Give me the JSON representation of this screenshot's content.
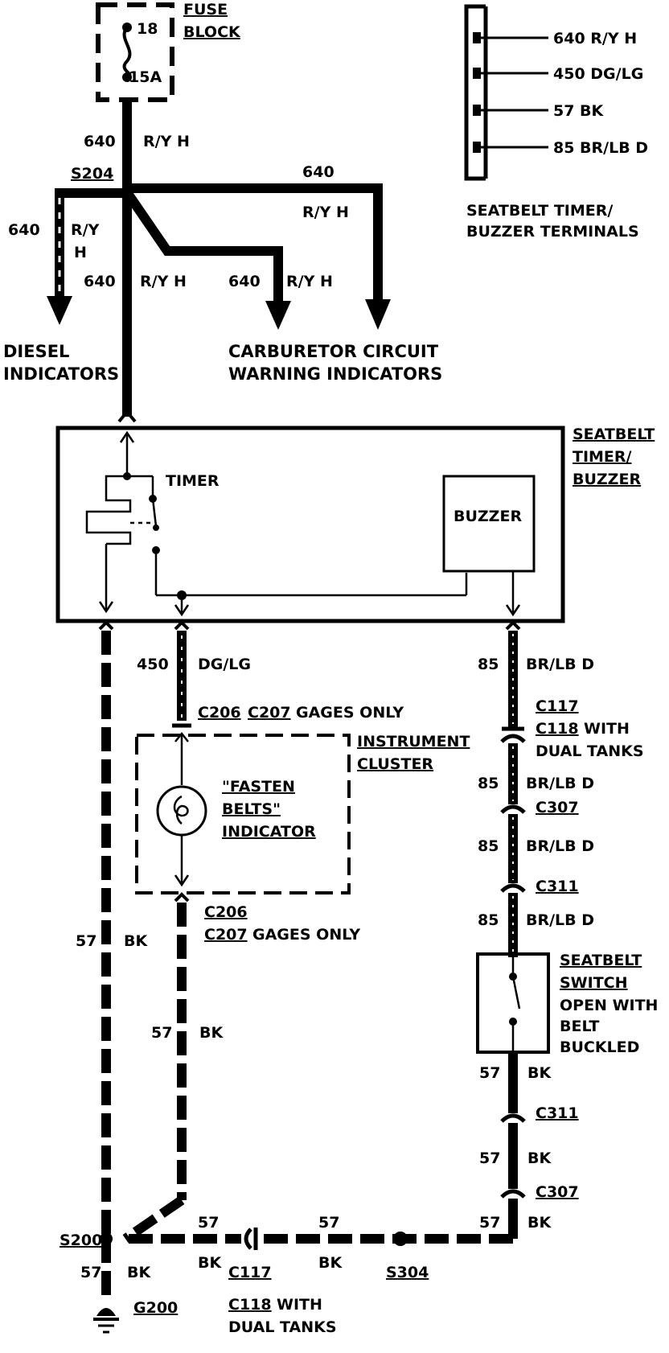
{
  "fuse_block": {
    "title_line1": "FUSE",
    "title_line2": "BLOCK",
    "fuse_number": "18",
    "fuse_rating": "15A"
  },
  "terminals": {
    "title_line1": "SEATBELT TIMER/",
    "title_line2": "BUZZER TERMINALS",
    "pins": [
      "640 R/Y H",
      "450 DG/LG",
      "57 BK",
      "85 BR/LB D"
    ]
  },
  "splice_s204": "S204",
  "wires": {
    "circuit_640": "640",
    "color_ryh": "R/Y H",
    "color_ry": "R/Y",
    "color_h": "H",
    "circuit_450": "450",
    "color_dglg": "DG/LG",
    "circuit_85": "85",
    "color_brlbd": "BR/LB D",
    "circuit_57": "57",
    "color_bk": "BK"
  },
  "destinations": {
    "diesel_line1": "DIESEL",
    "diesel_line2": "INDICATORS",
    "carb_line1": "CARBURETOR CIRCUIT",
    "carb_line2": "WARNING INDICATORS"
  },
  "module": {
    "title_line1": "SEATBELT",
    "title_line2": "TIMER/",
    "title_line3": "BUZZER",
    "timer_label": "TIMER",
    "buzzer_label": "BUZZER"
  },
  "connectors": {
    "c206": "C206",
    "c207": "C207",
    "gages_only": "GAGES ONLY",
    "c117": "C117",
    "c118": "C118",
    "with": "WITH",
    "dual_tanks": "DUAL TANKS",
    "c307": "C307",
    "c311": "C311"
  },
  "cluster": {
    "title_line1": "INSTRUMENT",
    "title_line2": "CLUSTER",
    "indicator_line1": "\"FASTEN",
    "indicator_line2": "BELTS\"",
    "indicator_line3": "INDICATOR"
  },
  "seatbelt_switch": {
    "title_line1": "SEATBELT",
    "title_line2": "SWITCH",
    "note_line1": "OPEN WITH",
    "note_line2": "BELT",
    "note_line3": "BUCKLED"
  },
  "grounds": {
    "s200": "S200",
    "s304": "S304",
    "g200": "G200"
  }
}
